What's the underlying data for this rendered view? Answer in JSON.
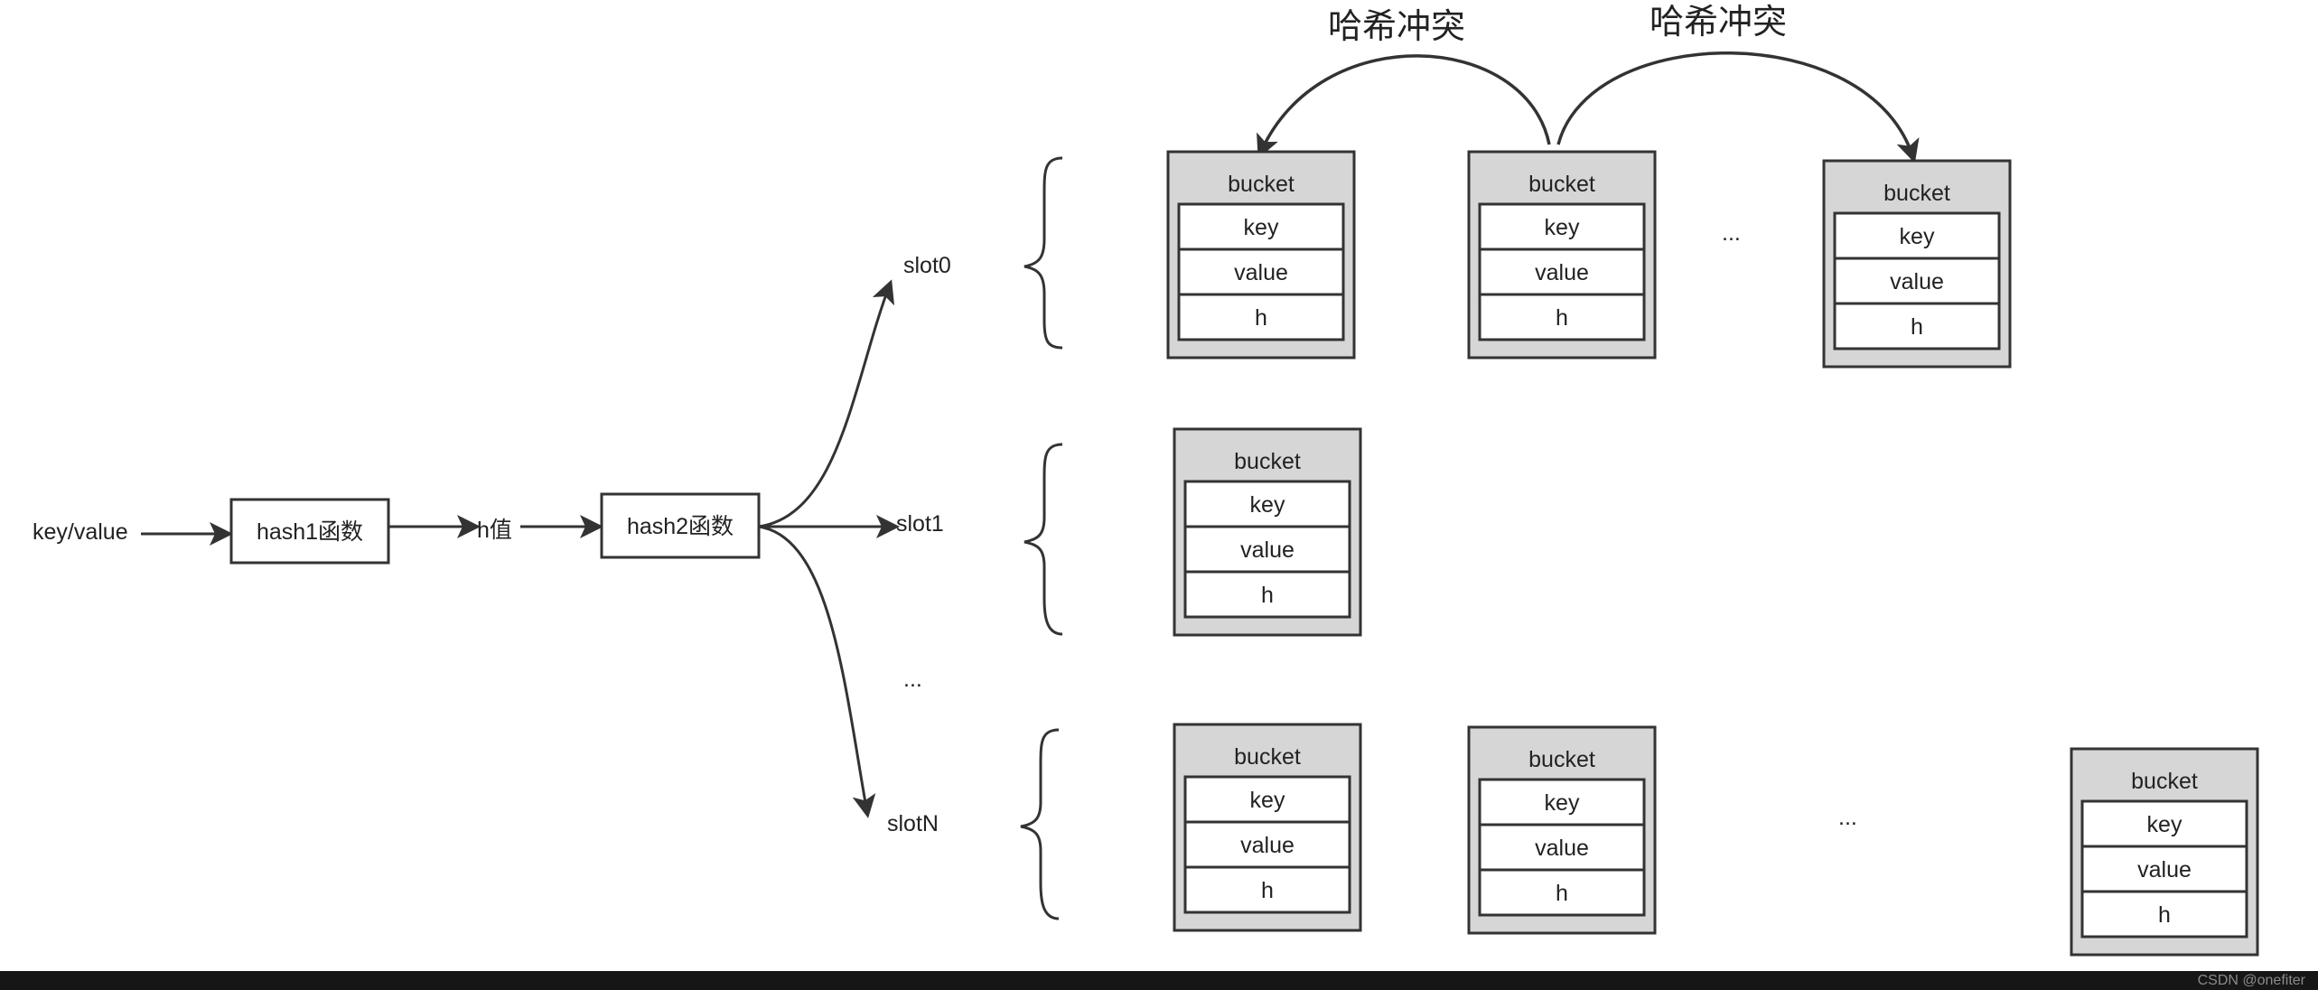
{
  "labels": {
    "input": "key/value",
    "hash1": "hash1函数",
    "hval": "h值",
    "hash2": "hash2函数",
    "slot0": "slot0",
    "slot1": "slot1",
    "slotEllipsis": "...",
    "slotN": "slotN",
    "collision1": "哈希冲突",
    "collision2": "哈希冲突",
    "row0Ellipsis": "...",
    "rowNEllipsis": "..."
  },
  "bucket": {
    "title": "bucket",
    "fields": [
      "key",
      "value",
      "h"
    ]
  },
  "watermark": "CSDN @onefiter",
  "colors": {
    "bucket_fill": "#d6d6d6",
    "stroke": "#333333",
    "arrow": "#333333"
  }
}
